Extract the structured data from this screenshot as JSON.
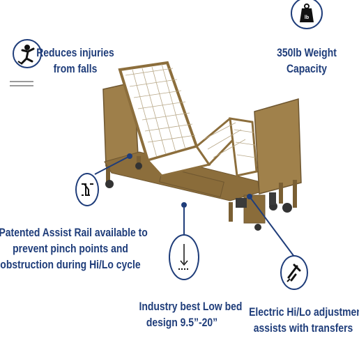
{
  "features": {
    "falls": {
      "line1": "Reduces injuries",
      "line2": "from falls",
      "icon": "fall-person-icon"
    },
    "weight": {
      "line1": "350lb Weight",
      "line2": "Capacity",
      "icon": "weight-icon",
      "weight_glyph": "lb"
    },
    "assist_rail": {
      "line1": "Patented Assist Rail available to",
      "line2": "prevent pinch points and",
      "line3": "obstruction during Hi/Lo cycle",
      "icon": "assist-rail-icon"
    },
    "low_bed": {
      "line1": "Industry best Low bed",
      "line2": "design 9.5”-20”",
      "icon": "low-bed-arrow-icon"
    },
    "hilo": {
      "line1": "Electric Hi/Lo adjustment",
      "line2": "assists with transfers",
      "icon": "electric-plug-icon"
    }
  },
  "colors": {
    "accent": "#1f3d7a",
    "bed_frame": "#9a7b45",
    "bed_frame_dark": "#6e5630"
  }
}
